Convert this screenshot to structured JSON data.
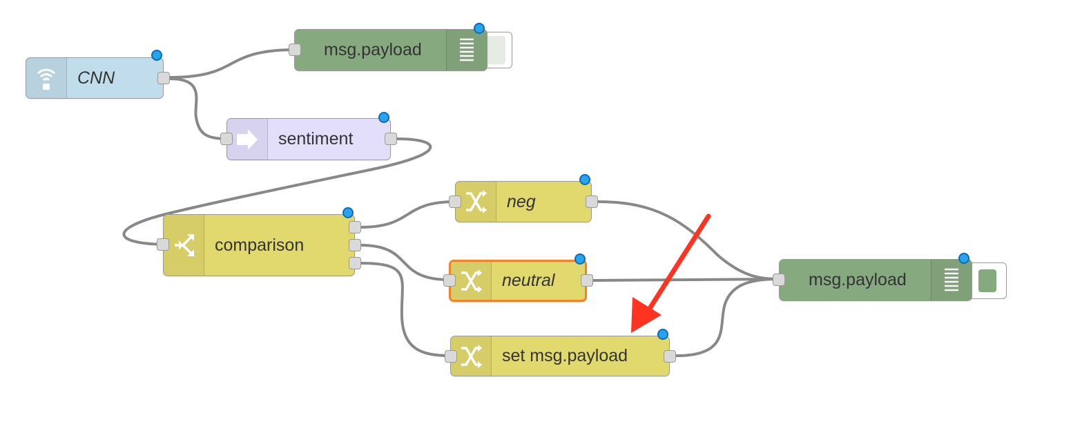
{
  "nodes": {
    "cnn": {
      "label": "CNN",
      "color": "#c1ddeb"
    },
    "debug1": {
      "label": "msg.payload",
      "color": "#87a980"
    },
    "sentiment": {
      "label": "sentiment",
      "color": "#e3defa"
    },
    "comparison": {
      "label": "comparison",
      "color": "#e2d96e"
    },
    "neg": {
      "label": "neg",
      "color": "#e2d96e"
    },
    "neutral": {
      "label": "neutral",
      "color": "#e2d96e",
      "selected_border": "#f28127"
    },
    "set": {
      "label": "set msg.payload",
      "color": "#e2d96e"
    },
    "debug2": {
      "label": "msg.payload",
      "color": "#87a980"
    }
  },
  "icons": {
    "cnn": "feed-icon",
    "debug": "list-icon",
    "sentiment": "arrow-right-icon",
    "switch": "switch-icon",
    "change": "shuffle-icon"
  },
  "colors": {
    "wire": "#888888",
    "port": "#d9d9d9",
    "changed_dot": "#2aa3ef",
    "arrow": "#ff3322"
  }
}
